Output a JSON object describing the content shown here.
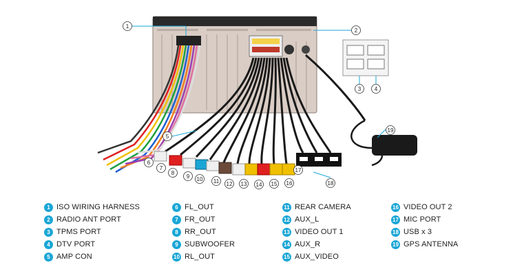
{
  "colors": {
    "accent": "#1aa6d6",
    "cable": "#1a1a1a",
    "chassis": "#d6c9c1"
  },
  "callout_numbers": [
    "1",
    "2",
    "3",
    "4",
    "5",
    "6",
    "7",
    "8",
    "9",
    "10",
    "11",
    "12",
    "13",
    "14",
    "15",
    "16",
    "17",
    "18",
    "19"
  ],
  "legend": {
    "items": [
      {
        "num": "1",
        "label": "ISO WIRING HARNESS"
      },
      {
        "num": "2",
        "label": "RADIO ANT PORT"
      },
      {
        "num": "3",
        "label": "TPMS PORT"
      },
      {
        "num": "4",
        "label": "DTV PORT"
      },
      {
        "num": "5",
        "label": "AMP CON"
      },
      {
        "num": "6",
        "label": "FL_OUT"
      },
      {
        "num": "7",
        "label": "FR_OUT"
      },
      {
        "num": "8",
        "label": "RR_OUT"
      },
      {
        "num": "9",
        "label": "SUBWOOFER"
      },
      {
        "num": "10",
        "label": "RL_OUT"
      },
      {
        "num": "11",
        "label": "REAR CAMERA"
      },
      {
        "num": "12",
        "label": "AUX_L"
      },
      {
        "num": "13",
        "label": "VIDEO OUT 1"
      },
      {
        "num": "14",
        "label": "AUX_R"
      },
      {
        "num": "15",
        "label": "AUX_VIDEO"
      },
      {
        "num": "16",
        "label": "VIDEO OUT 2"
      },
      {
        "num": "17",
        "label": "MIC PORT"
      },
      {
        "num": "18",
        "label": "USB x 3"
      },
      {
        "num": "19",
        "label": "GPS ANTENNA"
      }
    ]
  }
}
